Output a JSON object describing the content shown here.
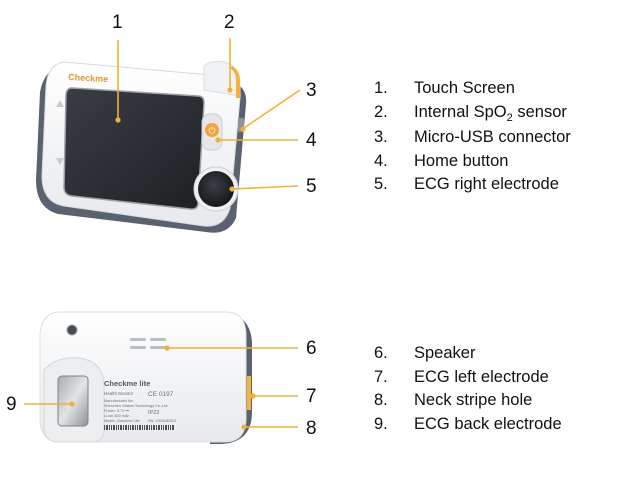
{
  "brand": {
    "logo_text": "Checkme",
    "home_glyph": "⏻",
    "home_color": "#f2a33a",
    "accent_color": "#f5b33d",
    "bumper_color": "#5a6270"
  },
  "back_label": {
    "product": "Checkme lite",
    "subtitle": "Health Monitor",
    "ce": "CE 0197",
    "line1": "Manufactured for:",
    "line2": "Shenzhen Viatom Technology Co.,Ltd.",
    "line3": "Power: 3.7V ⎓",
    "line4": "Li-ion 500 mAh",
    "ip": "IP22",
    "model": "Model: Checkme Lite",
    "sn": "SN: 1904182001"
  },
  "callouts": {
    "n1": "1",
    "n2": "2",
    "n3": "3",
    "n4": "4",
    "n5": "5",
    "n6": "6",
    "n7": "7",
    "n8": "8",
    "n9": "9"
  },
  "legend_top": [
    {
      "num": "1.",
      "text": "Touch Screen"
    },
    {
      "num": "2.",
      "text_before": "Internal SpO",
      "sub": "2",
      "text_after": " sensor"
    },
    {
      "num": "3.",
      "text": "Micro-USB connector"
    },
    {
      "num": "4.",
      "text": "Home button"
    },
    {
      "num": "5.",
      "text": "ECG right electrode"
    }
  ],
  "legend_bottom": [
    {
      "num": "6.",
      "text": "Speaker"
    },
    {
      "num": "7.",
      "text": "ECG left electrode"
    },
    {
      "num": "8.",
      "text": "Neck stripe hole"
    },
    {
      "num": "9.",
      "text": "ECG back electrode"
    }
  ]
}
